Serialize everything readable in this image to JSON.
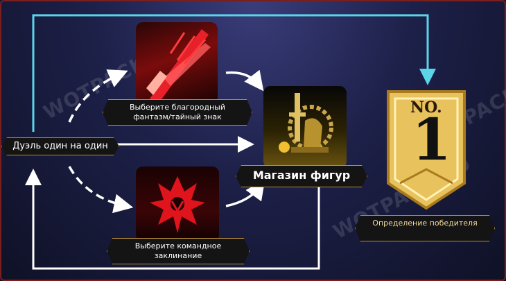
{
  "nodes": {
    "duel": "Дуэль один на один",
    "phantasm": "Выберите благородный фантазм/тайный знак",
    "spell": "Выберите командное заклинание",
    "shop": "Магазин фигур",
    "winner": "Определение победителя",
    "badge_no": "NO.",
    "badge_num": "1"
  },
  "watermark": "WOTPACK.RU",
  "colors": {
    "arrow": "#ffffff",
    "top_arrow": "#5ad4e6",
    "border_gold": "#b88d3b",
    "frame": "#7a1e1e"
  }
}
